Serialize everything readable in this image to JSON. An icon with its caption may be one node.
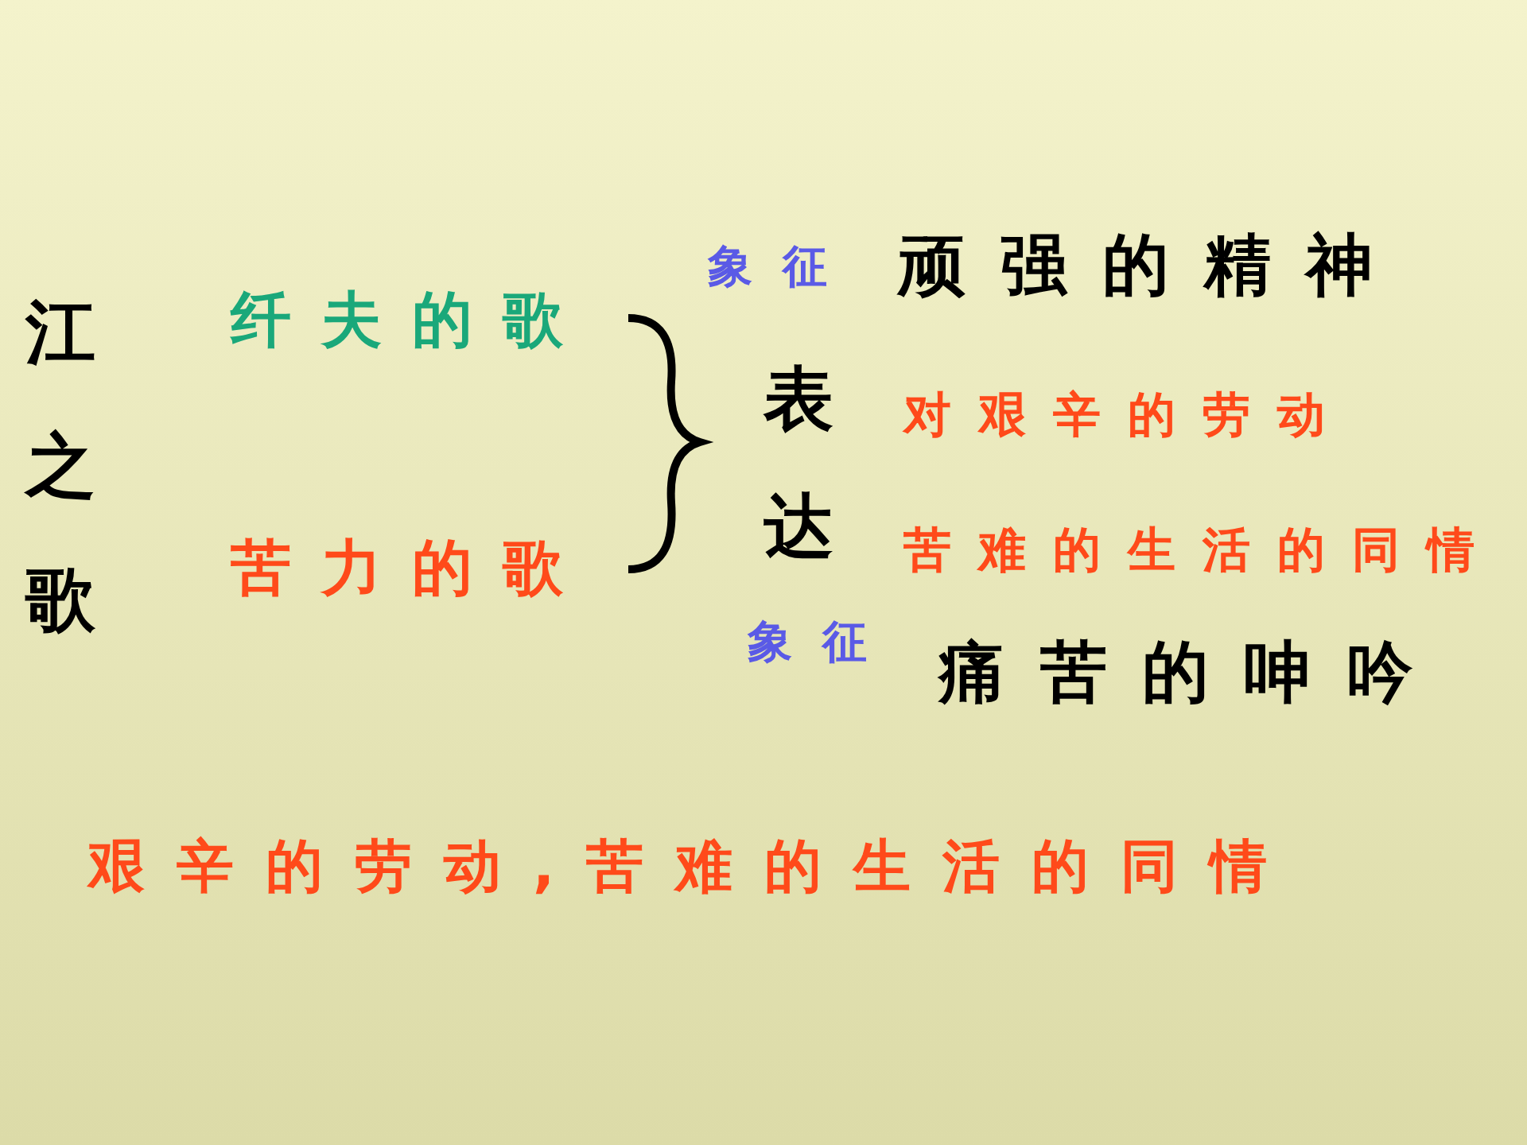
{
  "diagram": {
    "labels": [
      "江之歌",
      "纤夫的歌",
      "苦力的歌",
      "象征",
      "顽强的精神",
      "表达",
      "对艰辛的劳动",
      "苦难的生活的同情",
      "象征",
      "痛苦的呻吟",
      "艰辛的劳动,苦难的生活的同情"
    ]
  }
}
